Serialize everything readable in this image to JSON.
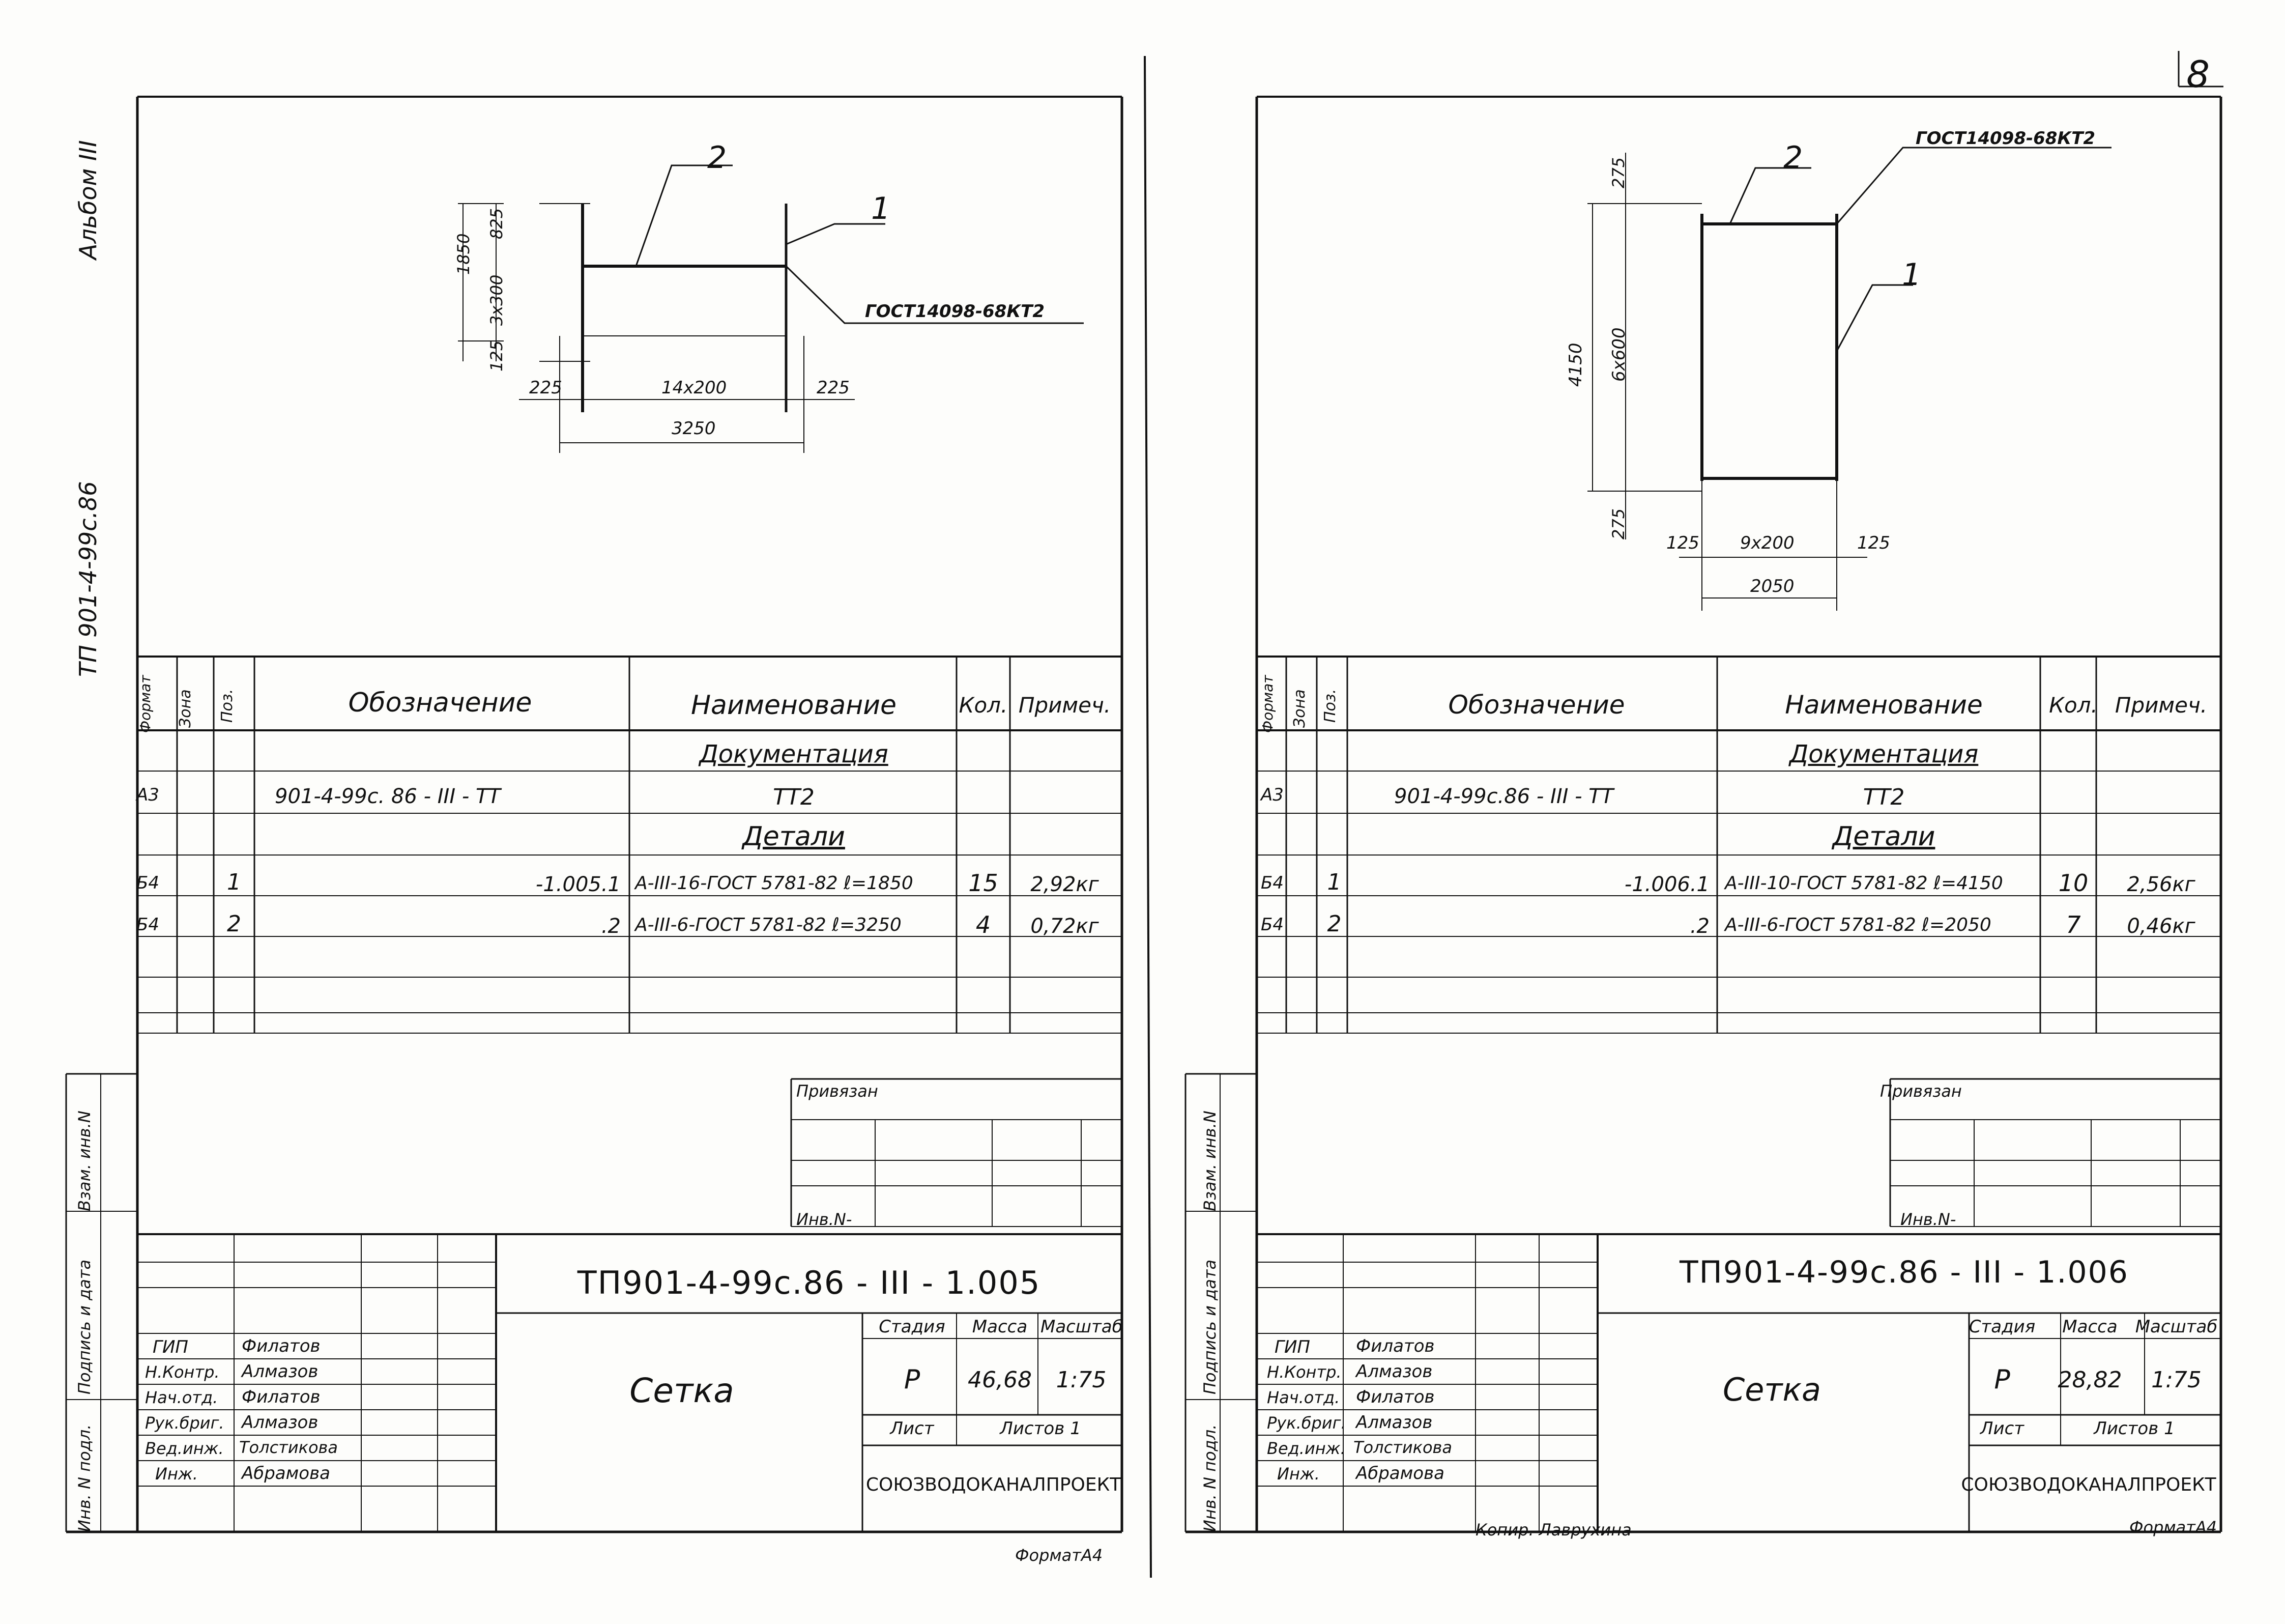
{
  "page_number": "8",
  "side_labels": {
    "album": "Альбом III",
    "project_code": "ТП 901-4-99с.86",
    "inv_podl": "Инв. N подл.",
    "podpis_data": "Подпись и дата",
    "vzam_inv": "Взам. инв.N"
  },
  "headers": {
    "format": "Формат",
    "zona": "Зона",
    "poz": "Поз.",
    "oboznachenie": "Обозначение",
    "naimenovanie": "Наименование",
    "kol": "Кол.",
    "primech": "Примеч.",
    "dokumentatsiya": "Документация",
    "detali": "Детали"
  },
  "title_block": {
    "privyazan": "Привязан",
    "inv_no": "Инв.N-",
    "stadiya": "Стадия",
    "massa": "Масса",
    "masshtab": "Масштаб",
    "list": "Лист",
    "listov": "Листов 1",
    "org": "СОЮЗВОДОКАНАЛПРОЕКТ",
    "roles": [
      "ГИП",
      "Н.Контр.",
      "Нач.отд.",
      "Рук.бриг.",
      "Вед.инж.",
      "Инж."
    ],
    "names": [
      "Филатов",
      "Алмазов",
      "Филатов",
      "Алмазов",
      "Толстикова",
      "Абрамова"
    ]
  },
  "sheets": [
    {
      "title": "ТП901-4-99с.86 - III - 1.005",
      "name": "Сетка",
      "stage": "Р",
      "mass": "46,68",
      "scale": "1:75",
      "doc_row": {
        "format": "А3",
        "designation": "901-4-99с. 86 - III - ТТ",
        "name": "ТТ2"
      },
      "rows": [
        {
          "format": "Б4",
          "pos": "1",
          "designation": "-1.005.1",
          "name": "А-III-16-ГОСТ 5781-82  ℓ=1850",
          "qty": "15",
          "note": "2,92кг"
        },
        {
          "format": "Б4",
          "pos": "2",
          "designation": ".2",
          "name": "А-III-6-ГОСТ 5781-82  ℓ=3250",
          "qty": "4",
          "note": "0,72кг"
        }
      ],
      "drawing": {
        "gost": "ГОСТ14098-68КТ2",
        "dim_h_total": "1850",
        "dim_h_top": "825",
        "dim_h_mid": "3х300",
        "dim_h_bottom": "125",
        "dim_left": "225",
        "dim_mid": "14х200",
        "dim_right": "225",
        "dim_total": "3250",
        "callout_1": "1",
        "callout_2": "2"
      },
      "format_note": "ФорматА4"
    },
    {
      "title": "ТП901-4-99с.86 - III - 1.006",
      "name": "Сетка",
      "stage": "Р",
      "mass": "28,82",
      "scale": "1:75",
      "doc_row": {
        "format": "А3",
        "designation": "901-4-99с.86 - III - ТТ",
        "name": "ТТ2"
      },
      "rows": [
        {
          "format": "Б4",
          "pos": "1",
          "designation": "-1.006.1",
          "name": "А-III-10-ГОСТ 5781-82  ℓ=4150",
          "qty": "10",
          "note": "2,56кг"
        },
        {
          "format": "Б4",
          "pos": "2",
          "designation": ".2",
          "name": "А-III-6-ГОСТ 5781-82  ℓ=2050",
          "qty": "7",
          "note": "0,46кг"
        }
      ],
      "drawing": {
        "gost": "ГОСТ14098-68КТ2",
        "dim_h_total": "4150",
        "dim_h_top": "275",
        "dim_h_mid": "6х600",
        "dim_h_bottom": "275",
        "dim_left": "125",
        "dim_mid": "9х200",
        "dim_right": "125",
        "dim_total": "2050",
        "callout_1": "1",
        "callout_2": "2"
      },
      "format_note": "ФорматА4"
    }
  ],
  "copied_by": "Копир. Лаврухина"
}
